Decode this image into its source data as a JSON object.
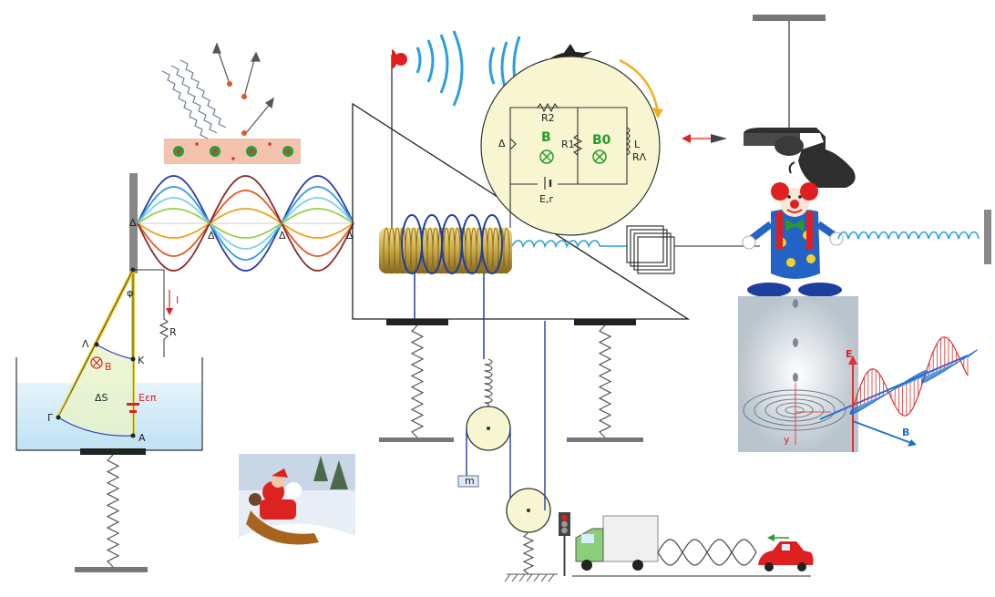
{
  "labels": {
    "pendulum": {
      "phi": "φ",
      "current": "I",
      "resistor": "R",
      "lambda": "Λ",
      "kappa": "Κ",
      "gamma": "Γ",
      "alpha": "Α",
      "field": "B",
      "area": "ΔS",
      "emf": "Eεπ"
    },
    "wave": {
      "node": "Δ"
    },
    "circuit": {
      "r2": "R2",
      "r1": "R1",
      "delta": "Δ",
      "b": "B",
      "b0": "B0",
      "l": "L",
      "rl": "RΛ",
      "source": "E,r"
    },
    "em_wave": {
      "e": "E",
      "b": "B",
      "y": "y"
    },
    "mass": "m"
  },
  "colors": {
    "water": "#cfe9f7",
    "coil_gold": "#c9a845",
    "spring": "#555555",
    "wire_blue": "#1f3f9f",
    "sound_blue": "#2a9fe0",
    "circle_fill": "#f7f6d0",
    "em_red": "#e03030",
    "em_blue": "#1f6fd0"
  },
  "icons": [
    "photon-icon",
    "lattice-icon",
    "bird-icon",
    "speaker-icon",
    "revolver-icon",
    "clown-icon",
    "santa-sleigh-icon",
    "traffic-light-icon",
    "truck-icon",
    "car-icon",
    "water-drop-icon"
  ]
}
